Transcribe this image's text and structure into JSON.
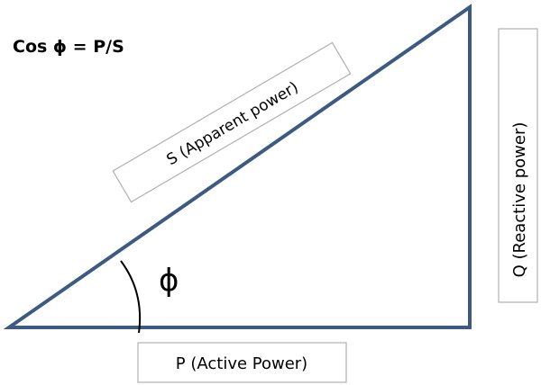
{
  "formula": "Cos ϕ = P/S",
  "angle_symbol": "ϕ",
  "labels": {
    "hypotenuse": "S (Apparent power)",
    "base": "P (Active Power)",
    "vertical": "Q (Reactive  power)"
  },
  "colors": {
    "triangle_stroke": "#3d5a80",
    "box_stroke": "#b0b0b0",
    "text": "#000000",
    "background": "#ffffff"
  }
}
